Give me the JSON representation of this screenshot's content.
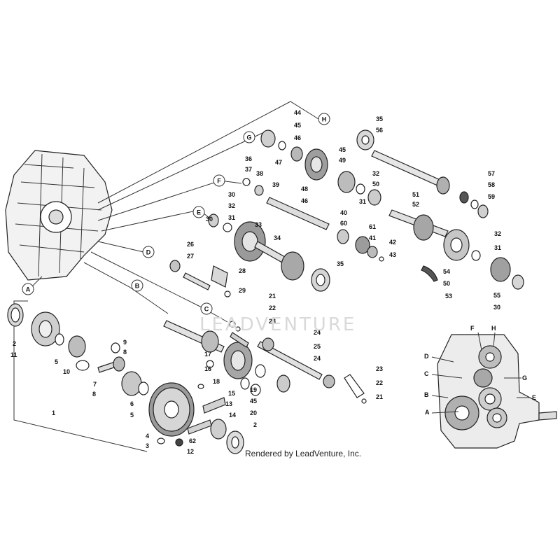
{
  "credit": "Rendered by LeadVenture, Inc.",
  "watermark": "LEADVENTURE",
  "colors": {
    "line": "#333333",
    "part_fill": "#e6e6e6",
    "part_dark": "#9a9a9a",
    "watermark": "#d9d9d9"
  },
  "section_labels": [
    "A",
    "B",
    "C",
    "D",
    "E",
    "F",
    "G",
    "H"
  ],
  "inset_labels": [
    "A",
    "B",
    "C",
    "D",
    "E",
    "F",
    "G",
    "H"
  ],
  "part_numbers": [
    "1",
    "2",
    "2",
    "3",
    "4",
    "5",
    "5",
    "6",
    "7",
    "8",
    "8",
    "9",
    "10",
    "11",
    "12",
    "13",
    "14",
    "15",
    "16",
    "17",
    "18",
    "19",
    "20",
    "21",
    "21",
    "22",
    "22",
    "23",
    "23",
    "24",
    "24",
    "25",
    "26",
    "27",
    "28",
    "29",
    "30",
    "30",
    "30",
    "31",
    "31",
    "31",
    "32",
    "32",
    "32",
    "33",
    "34",
    "35",
    "35",
    "36",
    "37",
    "38",
    "39",
    "40",
    "41",
    "42",
    "43",
    "44",
    "45",
    "45",
    "45",
    "46",
    "46",
    "47",
    "48",
    "49",
    "50",
    "50",
    "51",
    "52",
    "53",
    "54",
    "55",
    "56",
    "57",
    "58",
    "59",
    "60",
    "61",
    "62"
  ]
}
